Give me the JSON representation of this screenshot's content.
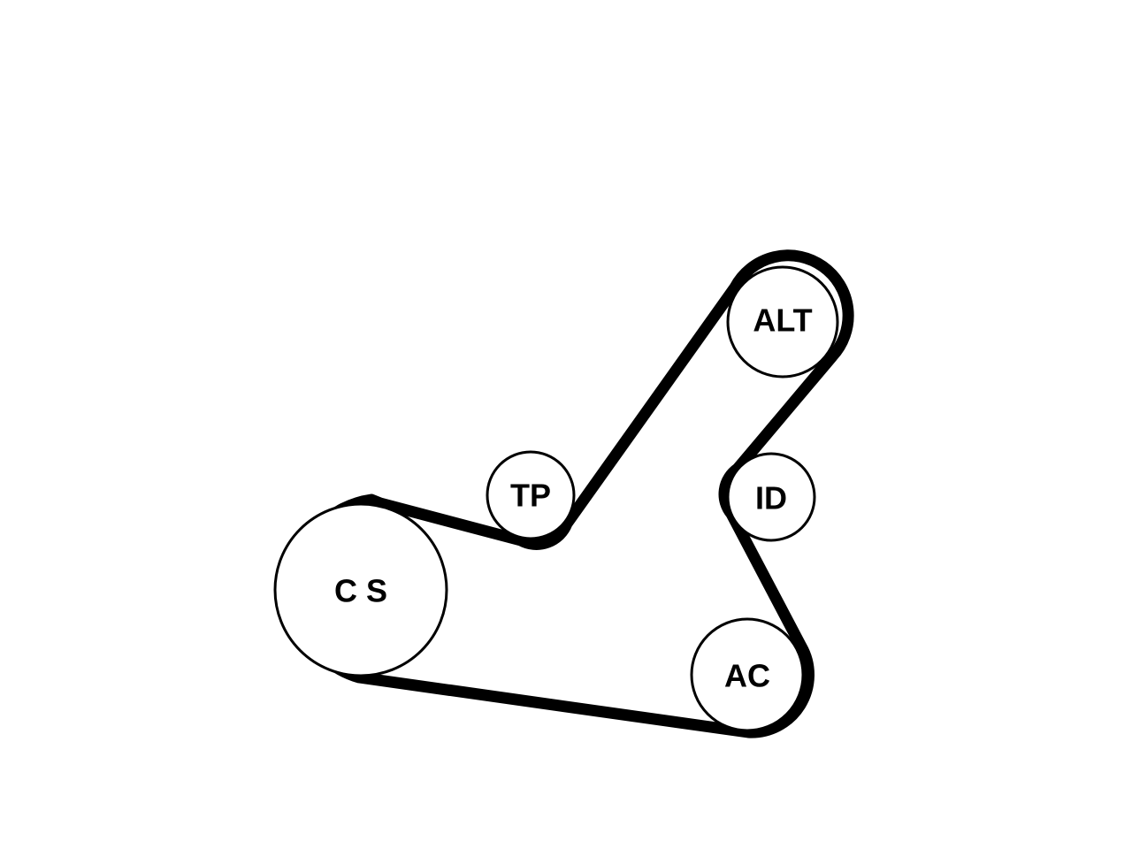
{
  "diagram": {
    "pulleys": {
      "alt": {
        "label": "ALT"
      },
      "tp": {
        "label": "TP"
      },
      "id": {
        "label": "ID"
      },
      "cs": {
        "label": "C S"
      },
      "ac": {
        "label": "AC"
      }
    },
    "colors": {
      "belt": "#000000",
      "pulley_outline": "#000000",
      "background": "#ffffff"
    }
  }
}
